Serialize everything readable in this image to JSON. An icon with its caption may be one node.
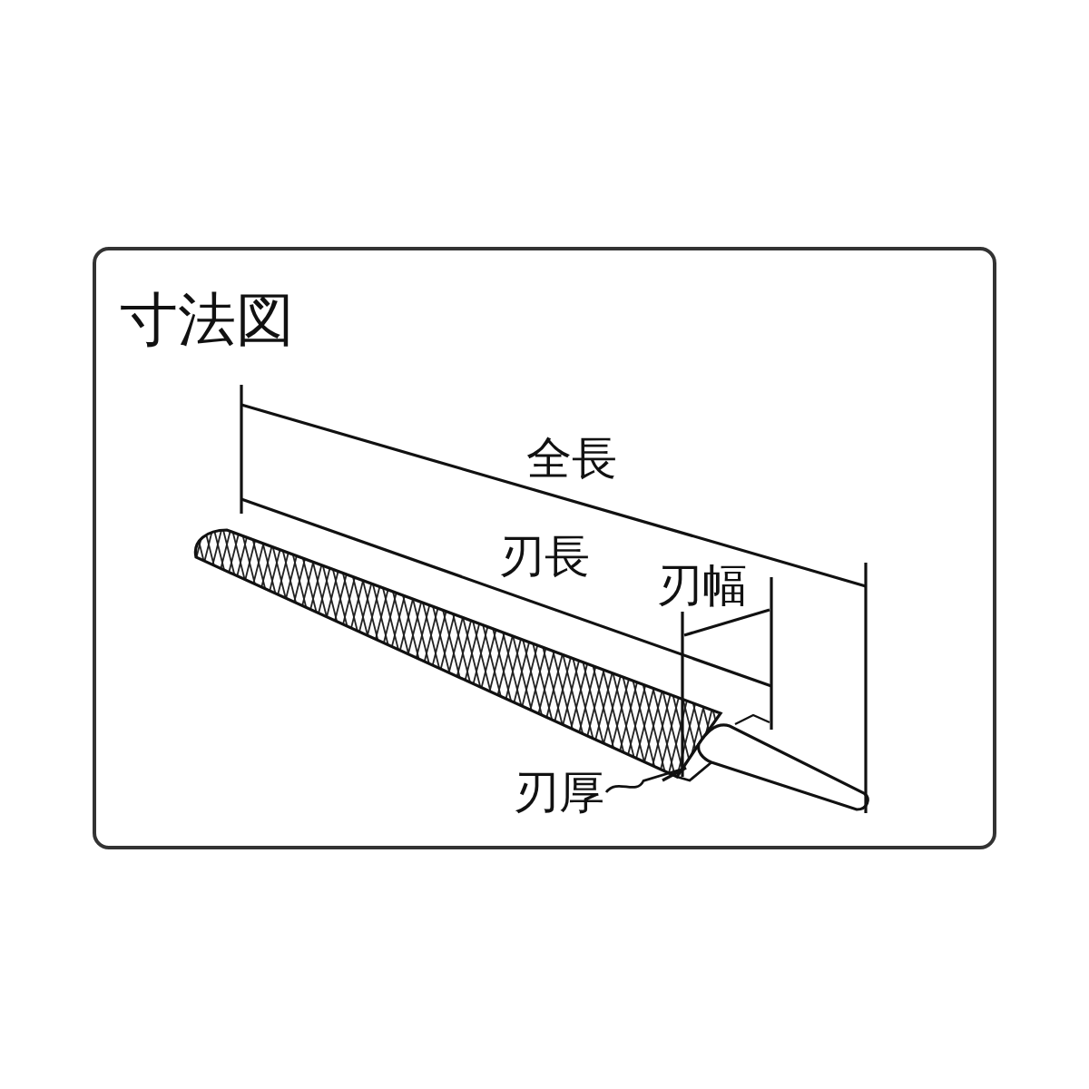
{
  "diagram": {
    "title": "寸法図",
    "nodes": [
      {
        "text": [
          "刃厚"
        ]
      },
      {
        "text": [],
        "shape": "picture"
      }
    ],
    "edges": [
      {
        "from": 0,
        "to": 1,
        "arrow": "none"
      }
    ],
    "labels": [
      "全長",
      "刃長",
      "刃幅"
    ]
  }
}
